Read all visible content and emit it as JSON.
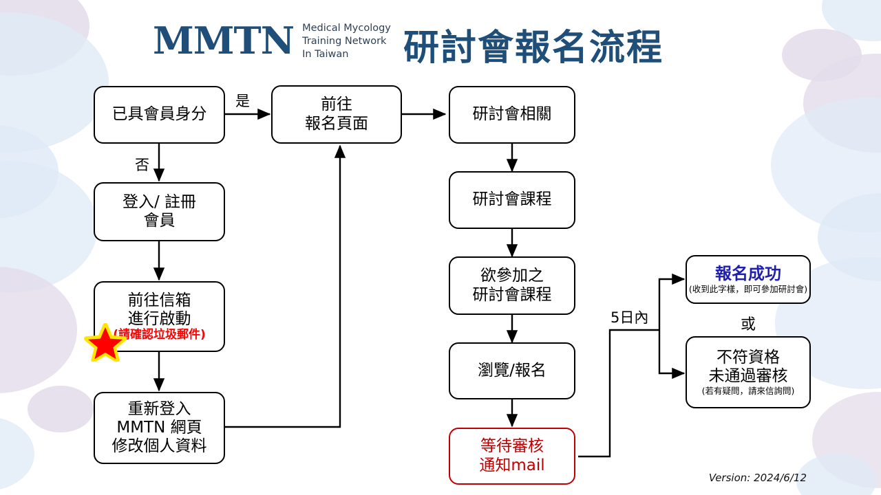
{
  "header": {
    "logo_mark": "MMTN",
    "logo_subtitle_lines": [
      "Medical Mycology",
      "Training Network",
      "In Taiwan"
    ],
    "logo_sub_1": "Medical Mycology",
    "logo_sub_2": "Training Network",
    "logo_sub_3": "In Taiwan",
    "title": "研討會報名流程",
    "brand_color": "#1F4E79"
  },
  "flow": {
    "nodes": [
      {
        "id": "member-check",
        "lines": [
          "已具會員身分"
        ]
      },
      {
        "id": "login-register",
        "lines": [
          "登入/ 註冊",
          "會員"
        ]
      },
      {
        "id": "activate-mail",
        "lines": [
          "前往信箱",
          "進行啟動"
        ],
        "warn": "(請確認垃圾郵件)"
      },
      {
        "id": "relogin-profile",
        "lines": [
          "重新登入",
          "MMTN 網頁",
          "修改個人資料"
        ]
      },
      {
        "id": "go-signup-page",
        "lines": [
          "前往",
          "報名頁面"
        ]
      },
      {
        "id": "seminar-related",
        "lines": [
          "研討會相關"
        ]
      },
      {
        "id": "seminar-courses",
        "lines": [
          "研討會課程"
        ]
      },
      {
        "id": "desired-course",
        "lines": [
          "欲參加之",
          "研討會課程"
        ]
      },
      {
        "id": "browse-signup",
        "lines": [
          "瀏覽/報名"
        ]
      },
      {
        "id": "await-review",
        "lines": [
          "等待審核",
          "通知mail"
        ],
        "color": "#C00000"
      },
      {
        "id": "signup-success",
        "lines": [
          "報名成功"
        ],
        "sub": "(收到此字樣，即可參加研討會)",
        "color": "#1F1FAF"
      },
      {
        "id": "not-qualified",
        "lines": [
          "不符資格",
          "未通過審核"
        ],
        "sub": "(若有疑問，請來信詢問)"
      }
    ],
    "node_text": {
      "member_check_1": "已具會員身分",
      "login_register_1": "登入/ 註冊",
      "login_register_2": "會員",
      "activate_mail_1": "前往信箱",
      "activate_mail_2": "進行啟動",
      "activate_mail_warn": "(請確認垃圾郵件)",
      "relogin_1": "重新登入",
      "relogin_2": "MMTN 網頁",
      "relogin_3": "修改個人資料",
      "go_signup_1": "前往",
      "go_signup_2": "報名頁面",
      "seminar_related_1": "研討會相關",
      "seminar_courses_1": "研討會課程",
      "desired_course_1": "欲參加之",
      "desired_course_2": "研討會課程",
      "browse_signup_1": "瀏覽/報名",
      "await_review_1": "等待審核",
      "await_review_2": "通知mail",
      "success_1": "報名成功",
      "success_sub": "(收到此字樣，即可參加研討會)",
      "fail_1": "不符資格",
      "fail_2": "未通過審核",
      "fail_sub": "(若有疑問，請來信詢問)"
    },
    "edge_labels": {
      "yes": "是",
      "no": "否",
      "within_5_days": "5日內",
      "or": "或"
    }
  },
  "footer": {
    "version": "Version: 2024/6/12"
  },
  "colors": {
    "brand_blue": "#1F4E79",
    "success_blue": "#1F1FAF",
    "alert_red": "#C00000",
    "warn_red": "#FF0000",
    "star_fill": "#FF0000",
    "star_glow": "#FFE600",
    "bg_blue_ellipse": "#C6D9F0",
    "bg_purple_ellipse": "#CCC0D9"
  }
}
